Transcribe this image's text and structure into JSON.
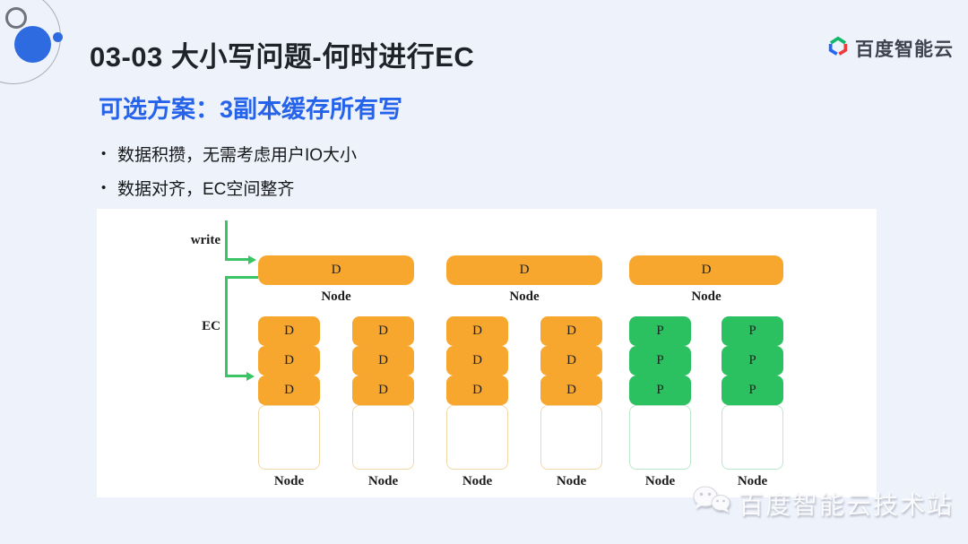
{
  "header": {
    "title": "03-03 大小写问题-何时进行EC",
    "logo_text": "百度智能云"
  },
  "intro": {
    "subtitle": "可选方案：3副本缓存所有写",
    "bullets": [
      "数据积攒，无需考虑用户IO大小",
      "数据对齐，EC空间整齐"
    ]
  },
  "diagram": {
    "write_label": "write",
    "ec_label": "EC",
    "replica_bars": [
      {
        "label": "D",
        "node_label": "Node"
      },
      {
        "label": "D",
        "node_label": "Node"
      },
      {
        "label": "D",
        "node_label": "Node"
      }
    ],
    "ec_columns": [
      {
        "type": "data",
        "blocks": [
          "D",
          "D",
          "D"
        ],
        "node_label": "Node"
      },
      {
        "type": "data",
        "blocks": [
          "D",
          "D",
          "D"
        ],
        "node_label": "Node"
      },
      {
        "type": "data",
        "blocks": [
          "D",
          "D",
          "D"
        ],
        "node_label": "Node"
      },
      {
        "type": "data",
        "blocks": [
          "D",
          "D",
          "D"
        ],
        "node_label": "Node"
      },
      {
        "type": "parity",
        "blocks": [
          "P",
          "P",
          "P"
        ],
        "node_label": "Node"
      },
      {
        "type": "parity",
        "blocks": [
          "P",
          "P",
          "P"
        ],
        "node_label": "Node"
      }
    ],
    "colors": {
      "data_block": "#F7A72E",
      "parity_block": "#2BC161",
      "arrow_green": "#3BC466",
      "accent_blue": "#2563EB",
      "background": "#EEF2FB"
    }
  },
  "watermark": {
    "icon": "wechat-icon",
    "text": "百度智能云技术站"
  }
}
